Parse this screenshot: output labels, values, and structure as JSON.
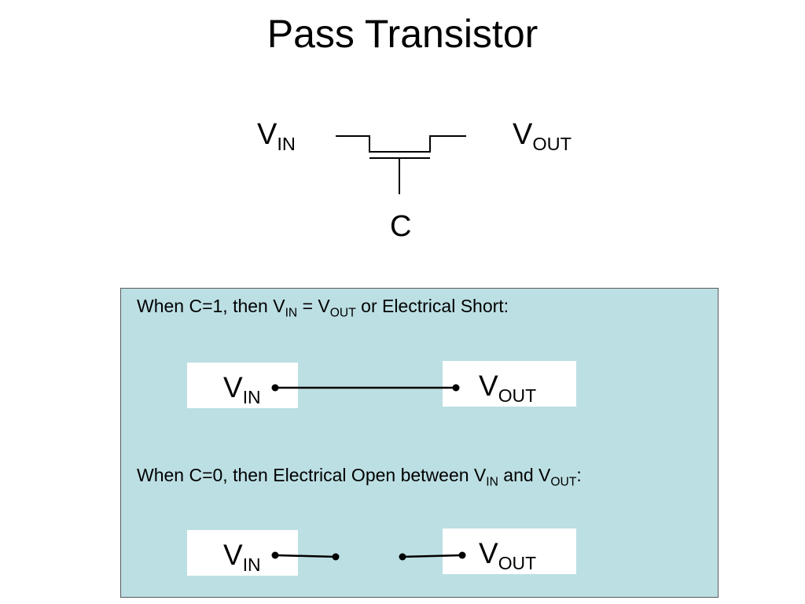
{
  "title": "Pass Transistor",
  "transistor": {
    "vin": {
      "main": "V",
      "sub": "IN"
    },
    "vout": {
      "main": "V",
      "sub": "OUT"
    },
    "gate": "C"
  },
  "panel": {
    "short_case": {
      "text_1": "When C=1, then V",
      "sub_1": "IN",
      "text_2": " = V",
      "sub_2": "OUT",
      "text_3": " or Electrical Short:"
    },
    "open_case": {
      "text_1": "When C=0, then Electrical Open between V",
      "sub_1": "IN",
      "text_2": " and V",
      "sub_2": "OUT",
      "text_3": ":"
    },
    "short_vin": {
      "main": "V",
      "sub": "IN"
    },
    "short_vout": {
      "main": "V",
      "sub": "OUT"
    },
    "open_vin": {
      "main": "V",
      "sub": "IN"
    },
    "open_vout": {
      "main": "V",
      "sub": "OUT"
    }
  },
  "colors": {
    "panel_background": "#bcdfe3",
    "label_box": "#ffffff",
    "wire": "#000000"
  }
}
